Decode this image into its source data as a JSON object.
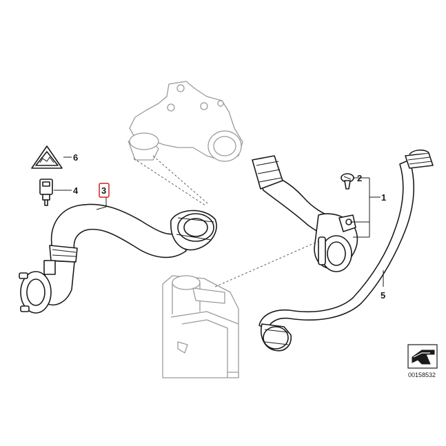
{
  "diagram": {
    "callouts": {
      "c1": "1",
      "c2": "2",
      "c3": "3",
      "c4": "4",
      "c5": "5",
      "c6": "6"
    },
    "diagram_number": "00158532",
    "colors": {
      "line": "#1a1a1a",
      "ghost_line": "#9a9a9a",
      "highlight_box": "#cc2222",
      "background": "#ffffff"
    },
    "icons": [
      "warning-triangle-icon",
      "temperature-sensor-icon",
      "screw-icon",
      "arrow-pointer-icon"
    ]
  }
}
